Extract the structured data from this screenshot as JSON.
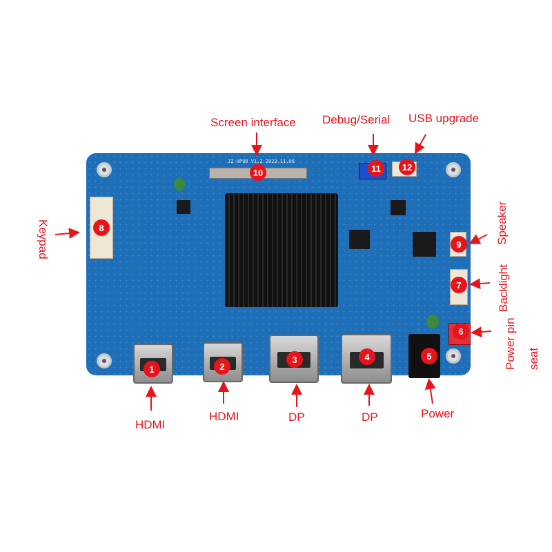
{
  "board": {
    "silkscreen": "JZ-HP98  V1.2  2023.11.06"
  },
  "labels": {
    "screen_interface": "Screen interface",
    "debug_serial": "Debug/Serial",
    "usb_upgrade": "USB upgrade",
    "keypad": "Keypad",
    "speaker": "Speaker",
    "backlight": "Backlight",
    "power_pin": "Power pin",
    "power_pin_seat": "seat",
    "hdmi1": "HDMI",
    "hdmi2": "HDMI",
    "dp1": "DP",
    "dp2": "DP",
    "power": "Power"
  },
  "markers": [
    "1",
    "2",
    "3",
    "4",
    "5",
    "6",
    "7",
    "8",
    "9",
    "10",
    "11",
    "12"
  ],
  "colors": {
    "annotation": "#e8141c",
    "pcb": "#1f6fb8"
  }
}
